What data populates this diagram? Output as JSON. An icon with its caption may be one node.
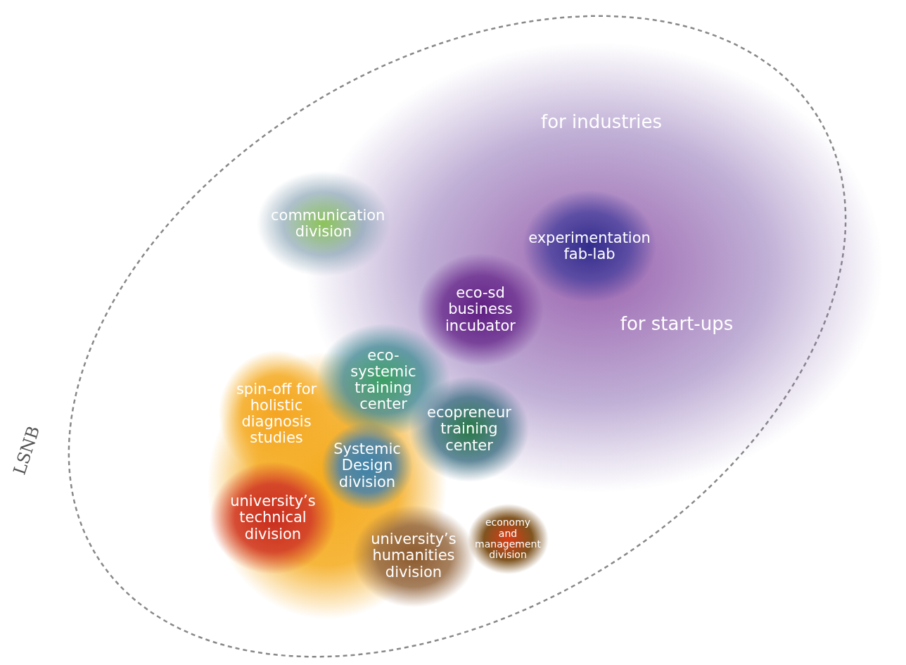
{
  "diagram": {
    "nodes": [
      {
        "text": [
          "LSNB"
        ]
      },
      {
        "text": [
          "for industries",
          "for start-ups"
        ],
        "in": 0
      },
      {
        "text": [
          "communication division"
        ],
        "in": 0
      },
      {
        "text": [
          "experimentation fab-lab"
        ],
        "in": 1
      },
      {
        "text": [
          "eco-sd business incubator"
        ],
        "in": 1
      },
      {
        "text": [],
        "shape": "circle",
        "in": 0
      },
      {
        "text": [
          "eco-systemic training center"
        ],
        "in": 1
      },
      {
        "text": [
          "spin-off for holistic diagnosis studies"
        ],
        "in": 5
      },
      {
        "text": [
          "ecopreneur training center"
        ],
        "in": 1
      },
      {
        "text": [
          "Systemic Design division"
        ],
        "in": 5
      },
      {
        "text": [
          "university’s technical division"
        ],
        "in": 5
      },
      {
        "text": [
          "university’s humanities division"
        ],
        "in": 0
      },
      {
        "text": [
          "economy and management division"
        ],
        "in": 0
      }
    ]
  }
}
